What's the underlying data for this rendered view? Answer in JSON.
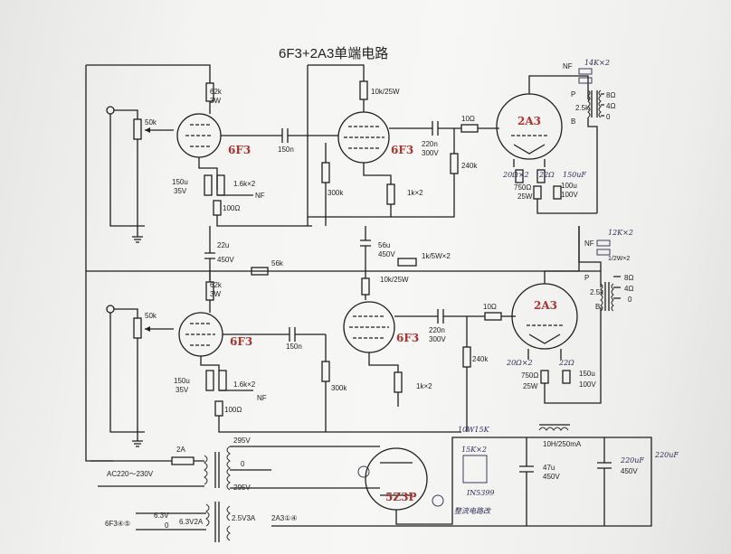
{
  "title": "6F3+2A3单端电路",
  "tubes": {
    "driver": "6F3",
    "output": "2A3",
    "rectifier": "5Z3P"
  },
  "upper_channel": {
    "pot": "50k",
    "plate_res_1": "62k",
    "plate_res_1_w": "3W",
    "cathode_cap_1": "150u",
    "cathode_cap_1_v": "35V",
    "cathode_res_1": "1.6k×2",
    "nf": "NF",
    "res_100": "100Ω",
    "coupling_1": "150n",
    "plate_res_2": "10k/25W",
    "grid_res_2": "300k",
    "cathode_res_2": "1k×2",
    "coupling_2": "220n",
    "coupling_2_v": "300V",
    "grid_res_3": "240k",
    "grid_stop": "10Ω",
    "filament_res": "20Ω×2",
    "filament_note": "22Ω",
    "cathode_res_3": "750Ω",
    "cathode_res_3_w": "25W",
    "cathode_cap_3": "100u",
    "cathode_cap_3_v": "100V",
    "cathode_cap_3_hand": "150uF",
    "nf_net_hand": "14K×2",
    "nf_net_2": "1/2W×2",
    "out_8": "8Ω",
    "out_4": "4Ω",
    "out_0": "0",
    "out_25k": "2.5k",
    "P": "P",
    "B": "B"
  },
  "middle": {
    "cap_22u": "22u",
    "cap_22u_v": "450V",
    "res_56u": "56u",
    "res_56u_v": "450V",
    "res_56k": "56k",
    "res_1k5w": "1k/5W×2",
    "res_10k25w": "10k/25W"
  },
  "lower_channel": {
    "pot": "50k",
    "plate_res_1": "62k",
    "plate_res_1_w": "3W",
    "cathode_cap_1": "150u",
    "cathode_cap_1_v": "35V",
    "cathode_res_1": "1.6k×2",
    "nf": "NF",
    "res_100": "100Ω",
    "coupling_1": "150n",
    "grid_res_2": "300k",
    "cathode_res_2": "1k×2",
    "coupling_2": "220n",
    "coupling_2_v": "300V",
    "grid_res_3": "240k",
    "grid_stop": "10Ω",
    "filament_res": "20Ω×2",
    "filament_note": "22Ω",
    "cathode_res_3": "750Ω",
    "cathode_res_3_w": "25W",
    "cathode_cap_3": "150u",
    "cathode_cap_3_v": "100V",
    "nf_net_hand": "12K×2",
    "out_8": "8Ω",
    "out_4": "4Ω",
    "out_0": "0",
    "out_25k": "2.5k",
    "P": "P",
    "B": "B"
  },
  "power_supply": {
    "fuse": "2A",
    "mains": "AC220～230V",
    "hv": "295V",
    "ct": "0",
    "hv2": "295V",
    "fil_63": "6.3V",
    "fil_0": "0",
    "fil_63v2a": "6.3V2A",
    "fil_25v3a": "2.5V3A",
    "fil_2a3": "2A3①④",
    "fil_6f3": "6F3④⑤",
    "choke": "10H/250mA",
    "cap_47u": "47u",
    "cap_47u_v": "450V",
    "cap_220u": "220uF",
    "cap_220u_v": "450V",
    "cap_220u_hand": "220uF",
    "hand_res": "10W15K",
    "hand_res2": "15K×2",
    "hand_note": "整流电路改",
    "hand_bridge": "IN5399"
  }
}
